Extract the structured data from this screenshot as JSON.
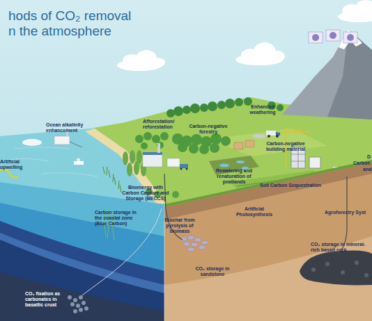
{
  "diagram": {
    "title": "hods of CO₂ removal n the atmosphere",
    "labels": [
      "Artificial upwelling",
      "Ocean alkalinity enhancement",
      "Afforestation/ reforestation",
      "Carbon-negative forestry",
      "Enhanced weathering",
      "Carbon-negative building material",
      "Rewatering and renaturation of peatlands",
      "Bioenergy with Carbon Capture and Storage (BECCS)",
      "Carbon storage in the coastal zone (Blue Carbon)",
      "Biochar from pyrolysis of biomass",
      "Soil Carbon Sequestration",
      "Artificial Photosynthesis",
      "Agroforestry Syst",
      "D",
      "Carbon",
      "and",
      "CO₂ storage in mineral-rich basalt rock",
      "CO₂ storage in sandstone",
      "CO₂ fixation as carbonates in basaltic crust"
    ]
  }
}
